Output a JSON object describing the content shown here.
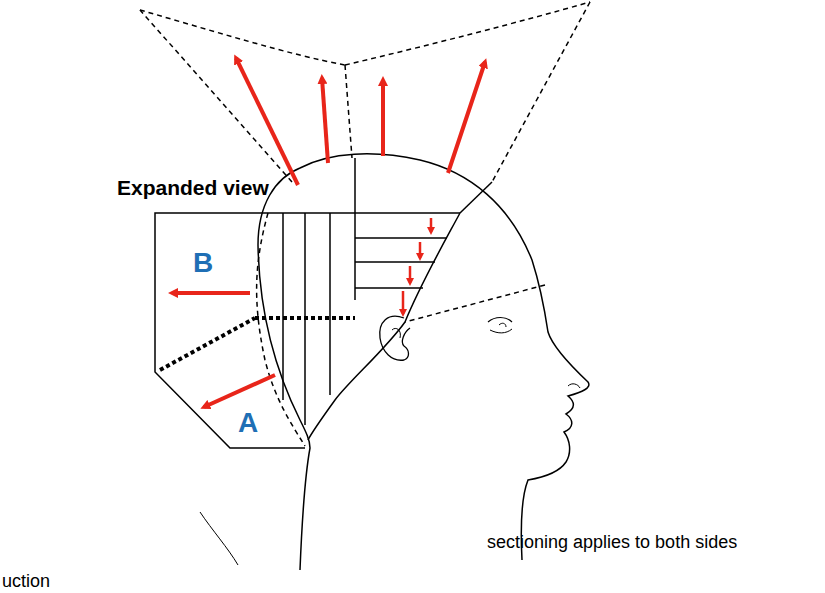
{
  "diagram": {
    "labels": [
      "Expanded view",
      "B",
      "A",
      "sectioning applies to both sides",
      "uction"
    ]
  }
}
